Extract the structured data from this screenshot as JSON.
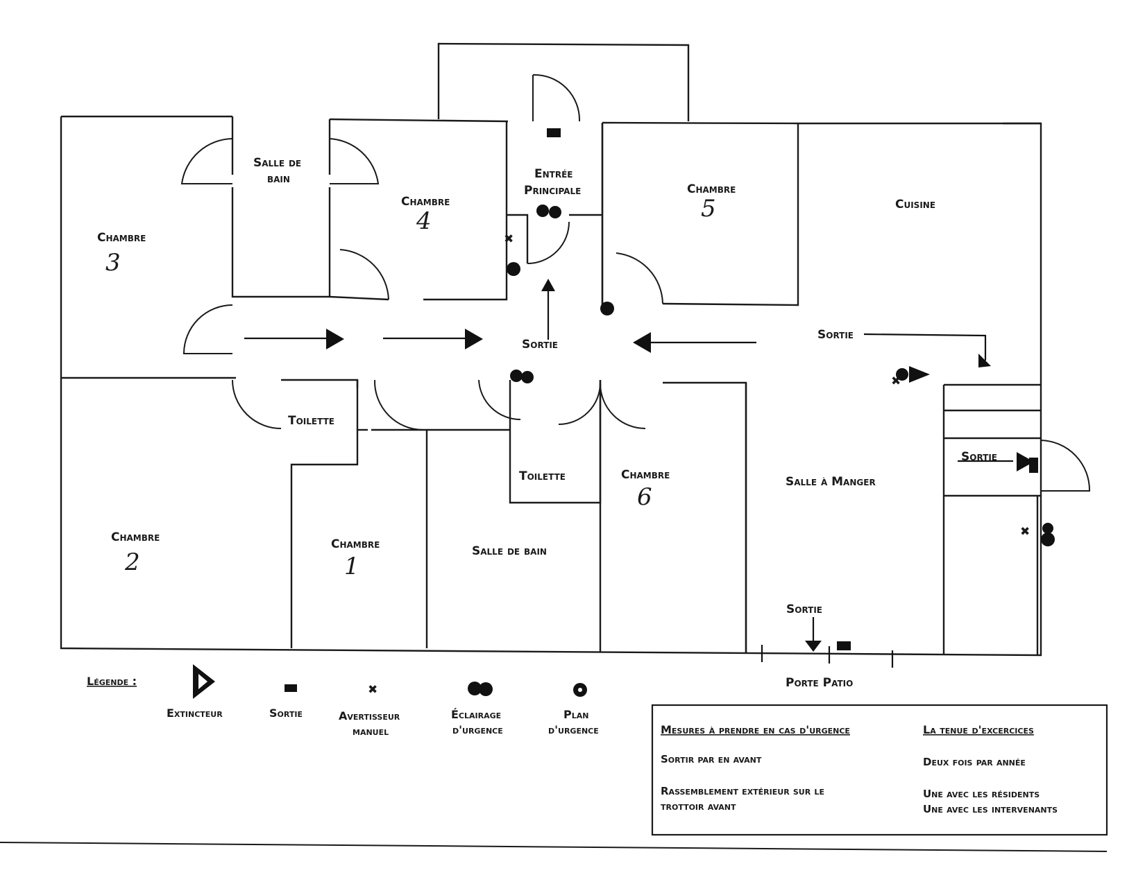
{
  "rooms": {
    "salle_de_bain_top_l1": "Salle de",
    "salle_de_bain_top_l2": "bain",
    "chambre_4": "Chambre",
    "chambre_4_num": "4",
    "entree_l1": "Entrée",
    "entree_l2": "Principale",
    "chambre_5": "Chambre",
    "chambre_5_num": "5",
    "cuisine": "Cuisine",
    "chambre_3": "Chambre",
    "chambre_3_num": "3",
    "toilette_left": "Toilette",
    "toilette_center": "Toilette",
    "chambre_6": "Chambre",
    "chambre_6_num": "6",
    "salle_a_manger": "Salle à Manger",
    "chambre_2": "Chambre",
    "chambre_2_num": "2",
    "chambre_1": "Chambre",
    "chambre_1_num": "1",
    "salle_de_bain_bottom": "Salle de bain"
  },
  "exits": {
    "sortie_center": "Sortie",
    "sortie_right": "Sortie",
    "sortie_side": "Sortie",
    "sortie_bottom": "Sortie",
    "porte_patio": "Porte Patio"
  },
  "legend": {
    "title": "Légende :",
    "items": [
      {
        "icon": "extinguisher-icon",
        "label": "Extincteur",
        "label2": ""
      },
      {
        "icon": "exit-sign-icon",
        "label": "Sortie",
        "label2": ""
      },
      {
        "icon": "manual-alarm-icon",
        "label": "Avertisseur",
        "label2": "manuel"
      },
      {
        "icon": "emergency-lighting-icon",
        "label": "Éclairage",
        "label2": "d'urgence"
      },
      {
        "icon": "emergency-plan-icon",
        "label": "Plan",
        "label2": "d'urgence"
      }
    ]
  },
  "measures": {
    "title": "Mesures à prendre en cas d'urgence",
    "line1": "Sortir par en avant",
    "line2a": "Rassemblement extérieur sur le",
    "line2b": "trottoir avant",
    "drills_title": "La tenue d'excercices",
    "drills_line1": "Deux fois par année",
    "drills_line2": "Une avec les résidents",
    "drills_line3": "Une avec les intervenants"
  }
}
